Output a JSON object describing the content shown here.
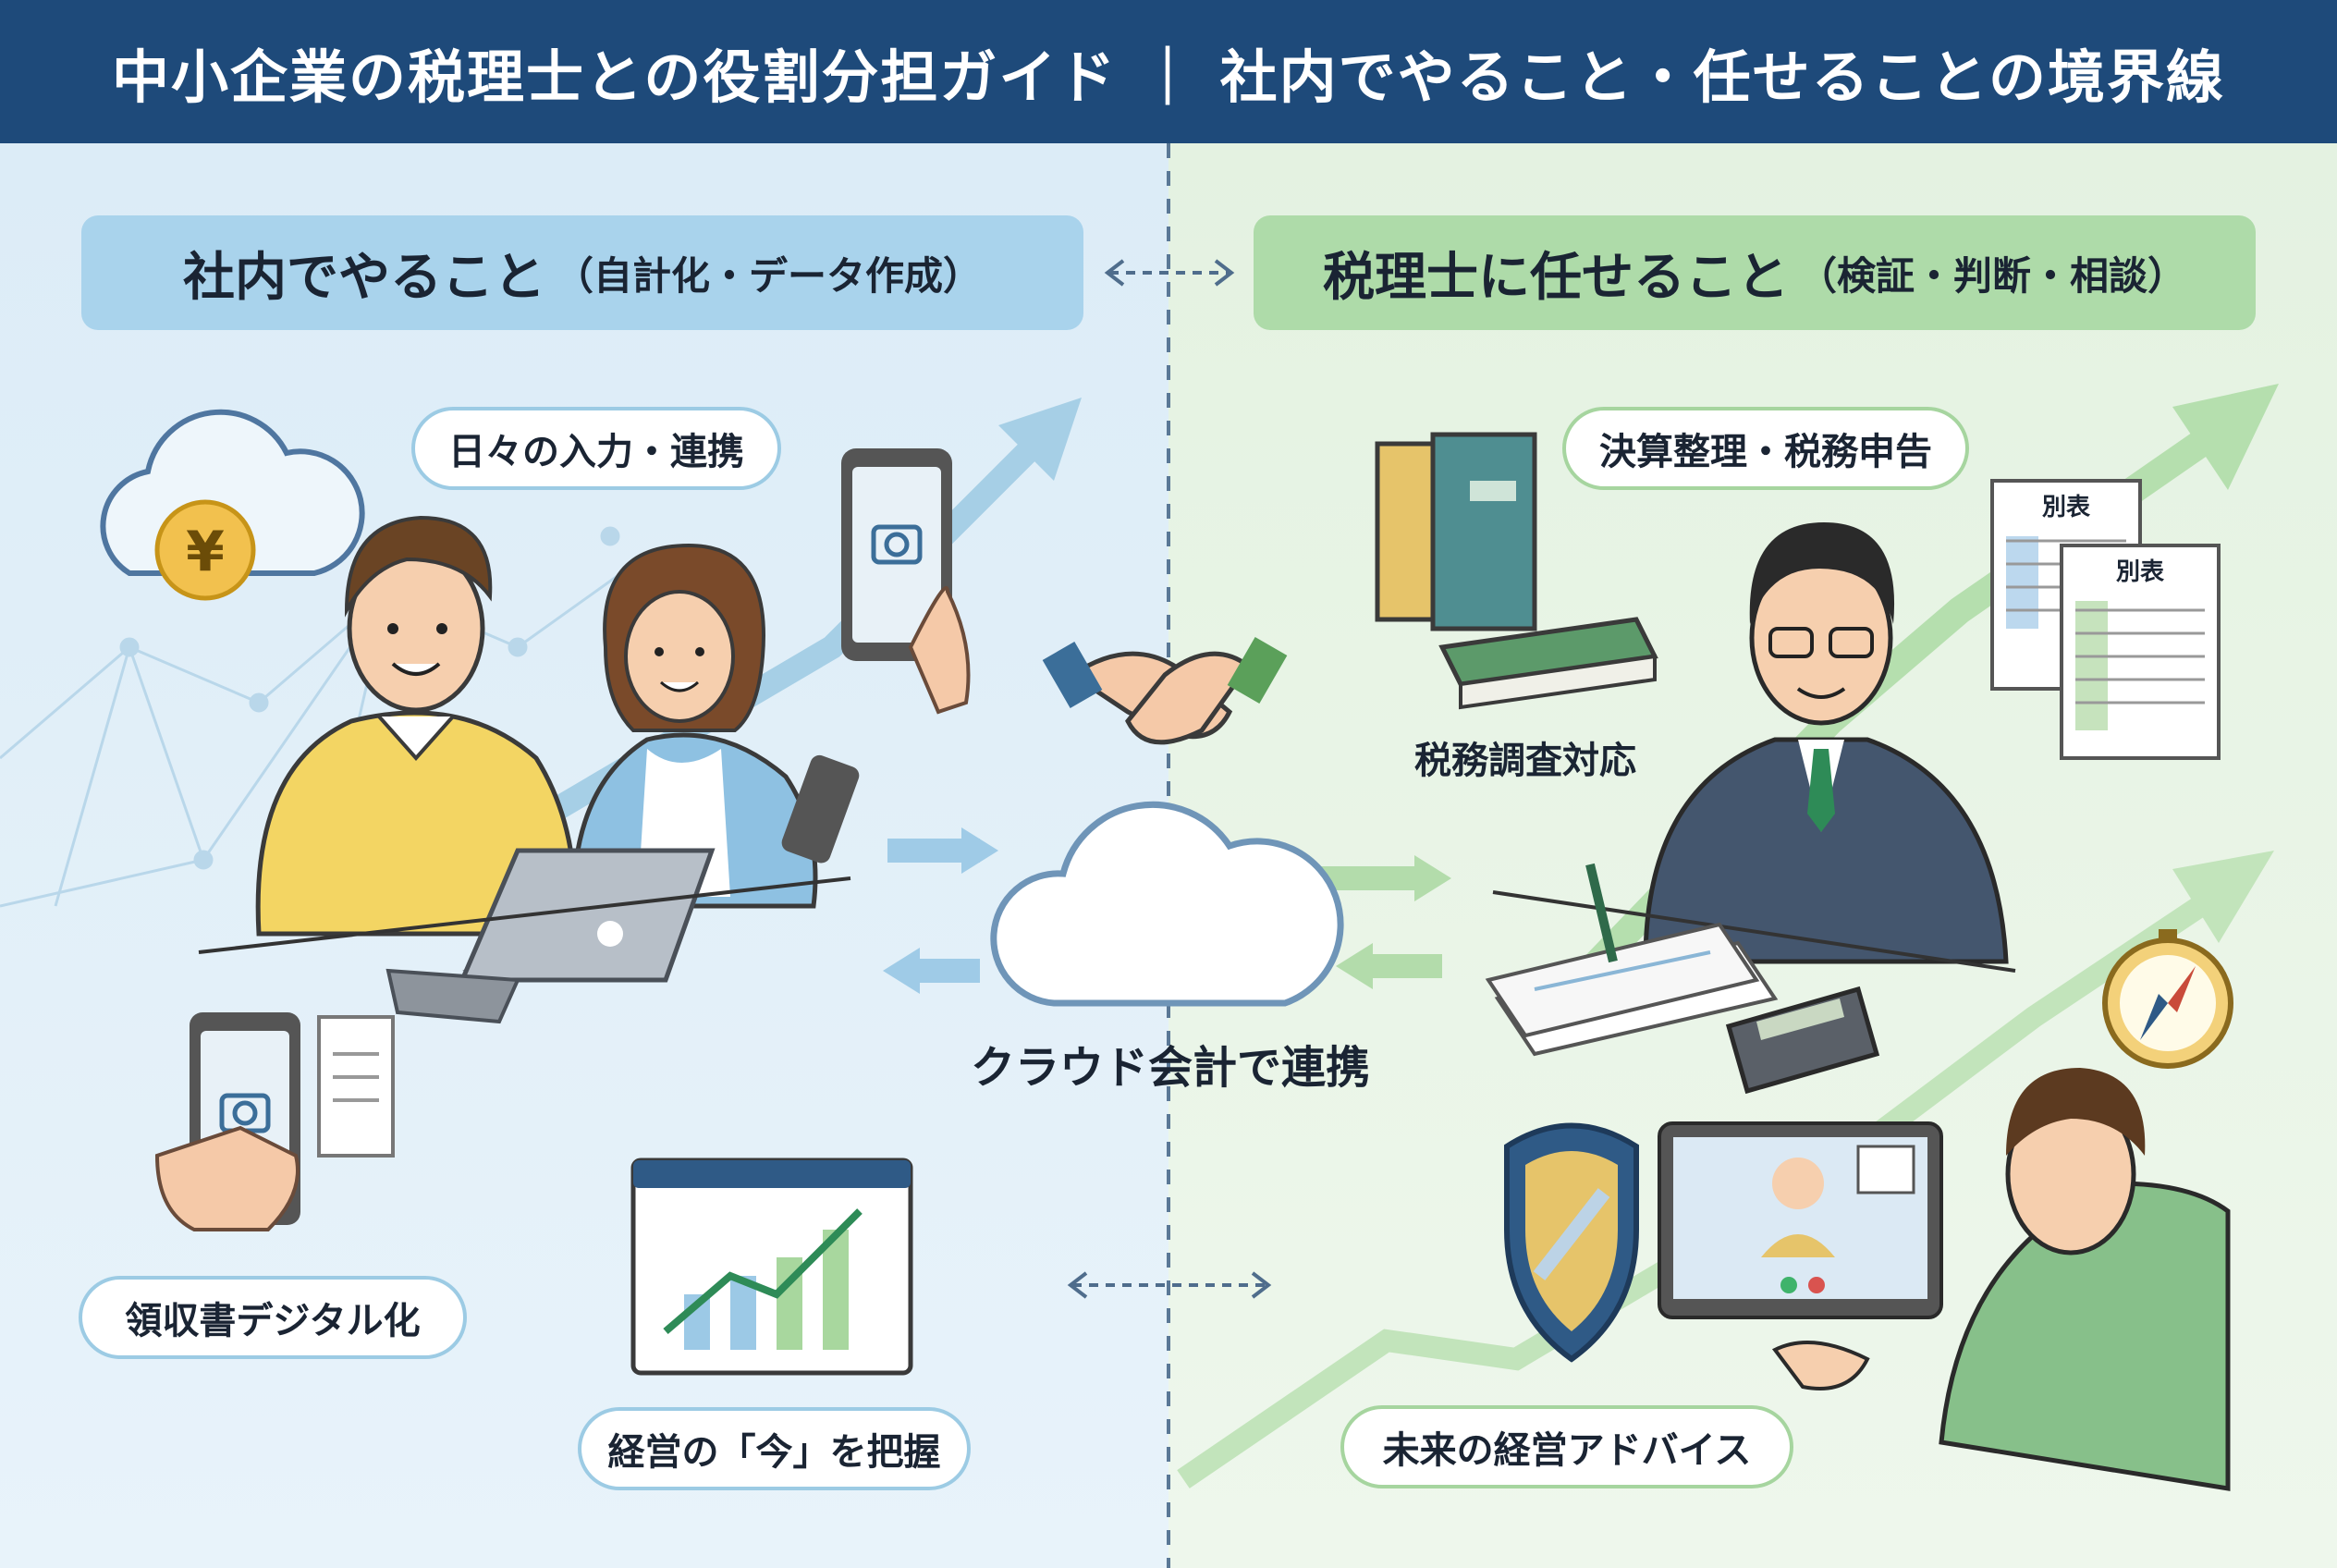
{
  "title": "中小企業の税理士との役割分担ガイド ｜ 社内でやること・任せることの境界線",
  "left_panel": {
    "title": "社内でやること",
    "subtitle": "（自計化・データ作成）",
    "bubbles": {
      "daily_input": "日々の入力・連携",
      "receipt_digital": "領収書デジタル化",
      "grasp_now": "経営の「今」を把握"
    },
    "icons": [
      "cloud-yen-icon",
      "smartphone-camera-icon",
      "laptop-icon",
      "receipt-icon",
      "growth-chart-icon"
    ]
  },
  "right_panel": {
    "title": "税理士に任せること",
    "subtitle": "（検証・判断・相談）",
    "bubbles": {
      "settlement": "決算整理・税務申告",
      "future_advice": "未来の経営アドバイス"
    },
    "labels": {
      "audit": "税務調査対応"
    },
    "documents": {
      "doc1": "別表",
      "doc2": "別表"
    },
    "icons": [
      "books-icon",
      "calculator-icon",
      "compass-icon",
      "shield-icon",
      "video-call-icon"
    ]
  },
  "center": {
    "cloud_label": "クラウド会計で連携",
    "icons": [
      "handshake-icon",
      "cloud-icon",
      "double-arrow-icon"
    ]
  },
  "colors": {
    "header": "#1e4a7a",
    "left_bg": "#e2f0f9",
    "right_bg": "#e9f5e6",
    "left_accent": "#a9d3ec",
    "right_accent": "#aedba9"
  }
}
